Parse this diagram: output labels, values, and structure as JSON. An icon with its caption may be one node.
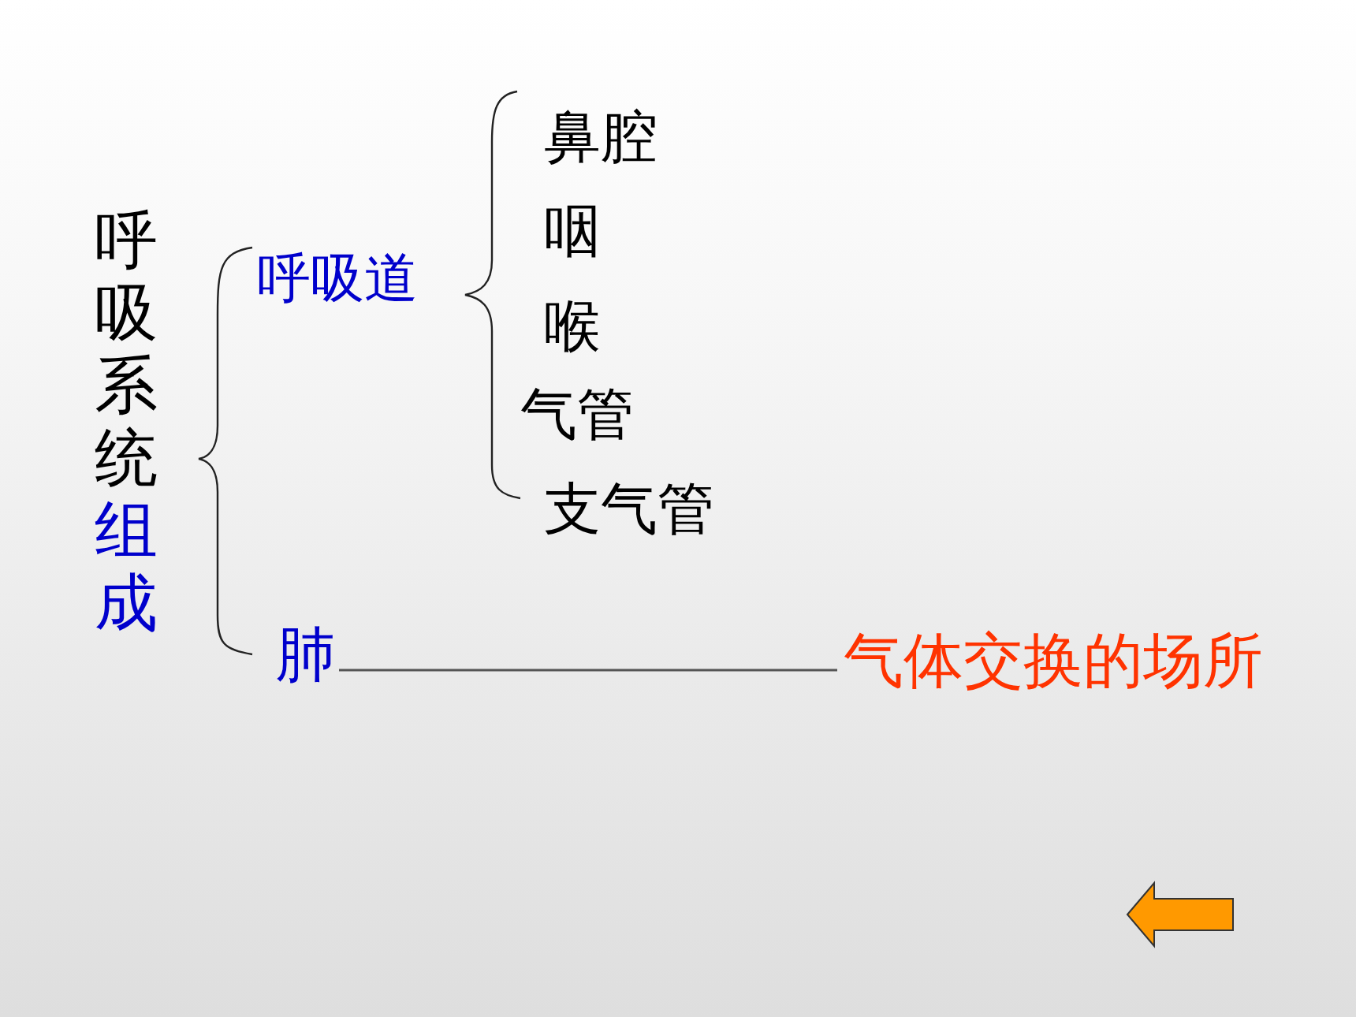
{
  "diagram": {
    "nodes": [
      {
        "text": [
          "呼吸系统",
          "组成"
        ]
      },
      {
        "text": [
          "呼吸道"
        ]
      },
      {
        "text": [
          "鼻腔"
        ]
      },
      {
        "text": [
          "咽"
        ]
      },
      {
        "text": [
          "喉"
        ]
      },
      {
        "text": [
          "气管"
        ]
      },
      {
        "text": [
          "支气管"
        ]
      },
      {
        "text": [
          "肺"
        ]
      },
      {
        "text": [
          "气体交换的场所"
        ]
      }
    ],
    "edges": [
      {
        "from": 7,
        "to": 8,
        "arrow": "none"
      }
    ]
  }
}
